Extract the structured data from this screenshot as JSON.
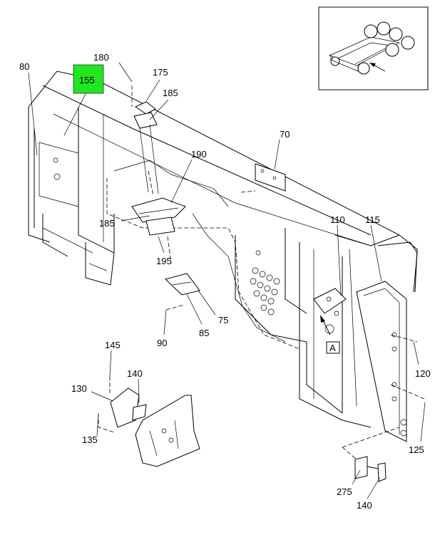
{
  "callouts": {
    "c80": "80",
    "c155": "155",
    "c180": "180",
    "c175": "175",
    "c185a": "185",
    "c70": "70",
    "c190": "190",
    "c185b": "185",
    "c195": "195",
    "c110": "110",
    "c115": "115",
    "c75": "75",
    "c85": "85",
    "c90": "90",
    "cA": "A",
    "c145": "145",
    "c140a": "140",
    "c130": "130",
    "c135": "135",
    "c120": "120",
    "c125": "125",
    "c275": "275",
    "c140b": "140"
  },
  "colors": {
    "highlight": "#22e622",
    "line": "#000000"
  }
}
